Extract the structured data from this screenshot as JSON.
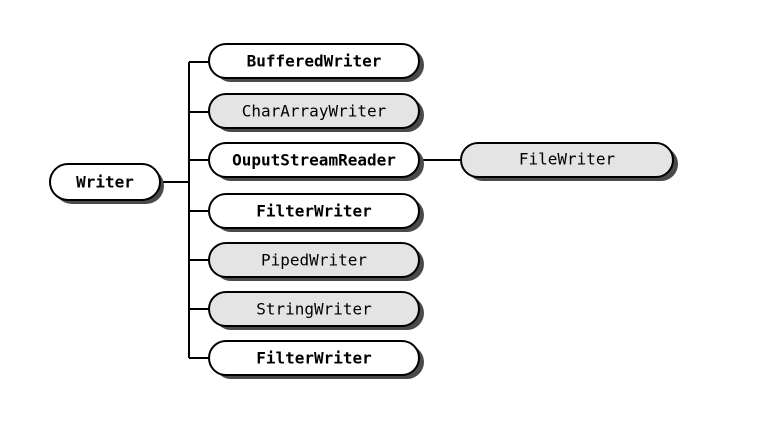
{
  "colors": {
    "line": "#000000",
    "shadow": "#4a4a4a",
    "plain_fill": "#ffffff",
    "shaded_fill": "#e4e4e4",
    "text": "#000000"
  },
  "nodes": {
    "root": {
      "label": "Writer",
      "style": "plain"
    },
    "children": [
      {
        "label": "BufferedWriter",
        "style": "plain"
      },
      {
        "label": "CharArrayWriter",
        "style": "shaded"
      },
      {
        "label": "OuputStreamReader",
        "style": "plain"
      },
      {
        "label": "FilterWriter",
        "style": "plain"
      },
      {
        "label": "PipedWriter",
        "style": "shaded"
      },
      {
        "label": "StringWriter",
        "style": "shaded"
      },
      {
        "label": "FilterWriter",
        "style": "plain"
      }
    ],
    "grandchild": {
      "label": "FileWriter",
      "style": "shaded",
      "parent_index": 2
    }
  }
}
